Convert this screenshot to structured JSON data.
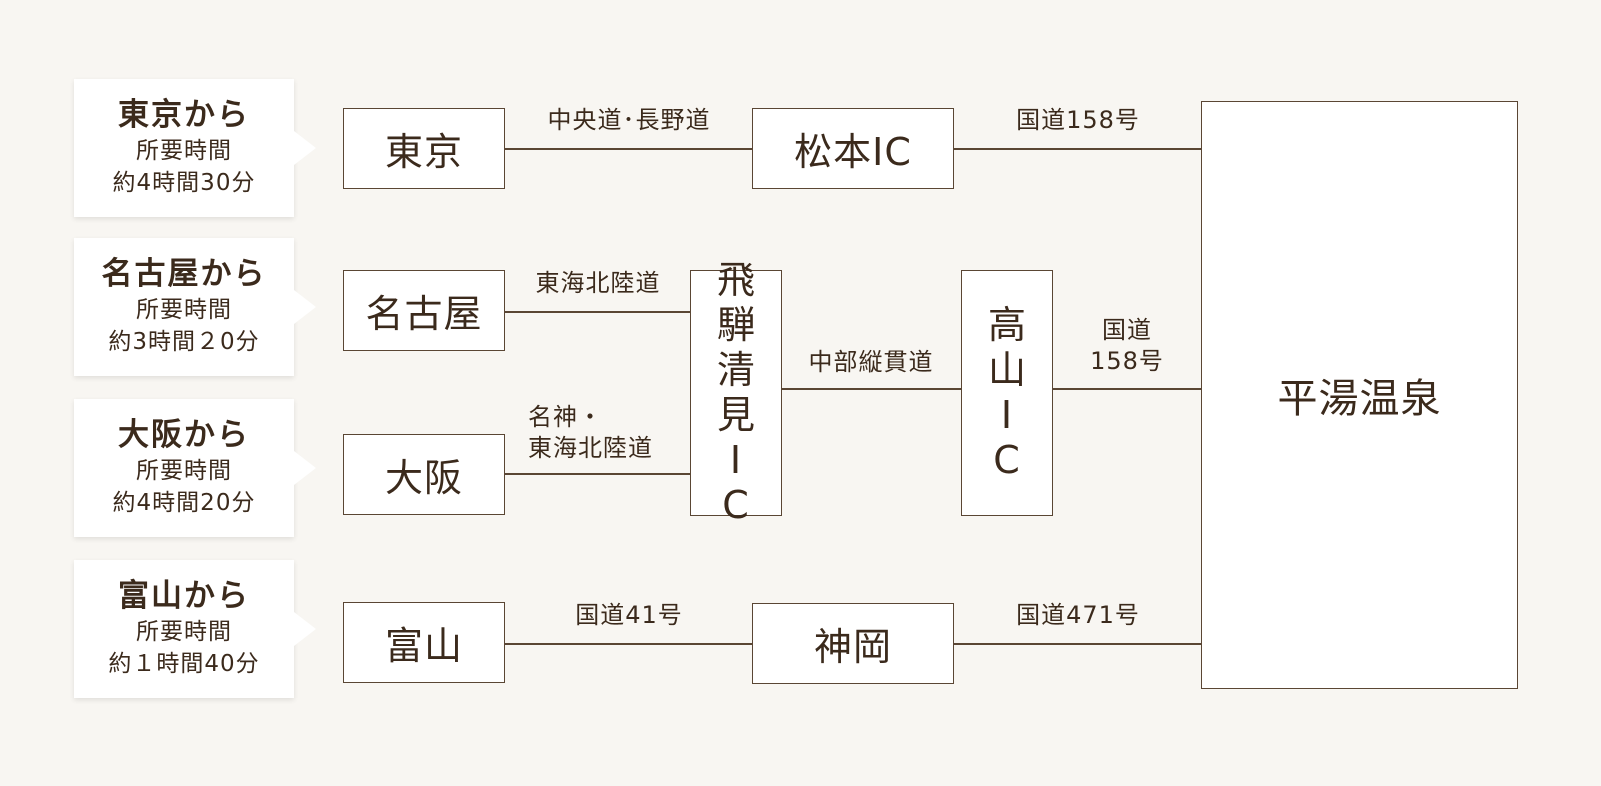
{
  "callouts": [
    {
      "title": "東京から",
      "line1": "所要時間",
      "line2": "約4時間30分"
    },
    {
      "title": "名古屋から",
      "line1": "所要時間",
      "line2": "約3時間２0分"
    },
    {
      "title": "大阪から",
      "line1": "所要時間",
      "line2": "約4時間20分"
    },
    {
      "title": "富山から",
      "line1": "所要時間",
      "line2": "約１時間40分"
    }
  ],
  "nodes": {
    "tokyo": "東京",
    "nagoya": "名古屋",
    "osaka": "大阪",
    "toyama": "富山",
    "matsumoto_ic": "松本IC",
    "hida_kiyomi_ic": "飛騨清見IC",
    "takayama_ic": "高山IC",
    "kamioka": "神岡",
    "hirayu": "平湯温泉"
  },
  "roads": {
    "chuo": "中央道･長野道",
    "r158_top": "国道158号",
    "tokai_hokuriku": "東海北陸道",
    "meishin_1": "名神・",
    "meishin_2": "東海北陸道",
    "chubu_jukan": "中部縦貫道",
    "r158_mid_1": "国道",
    "r158_mid_2": "158号",
    "r41": "国道41号",
    "r471": "国道471号"
  }
}
